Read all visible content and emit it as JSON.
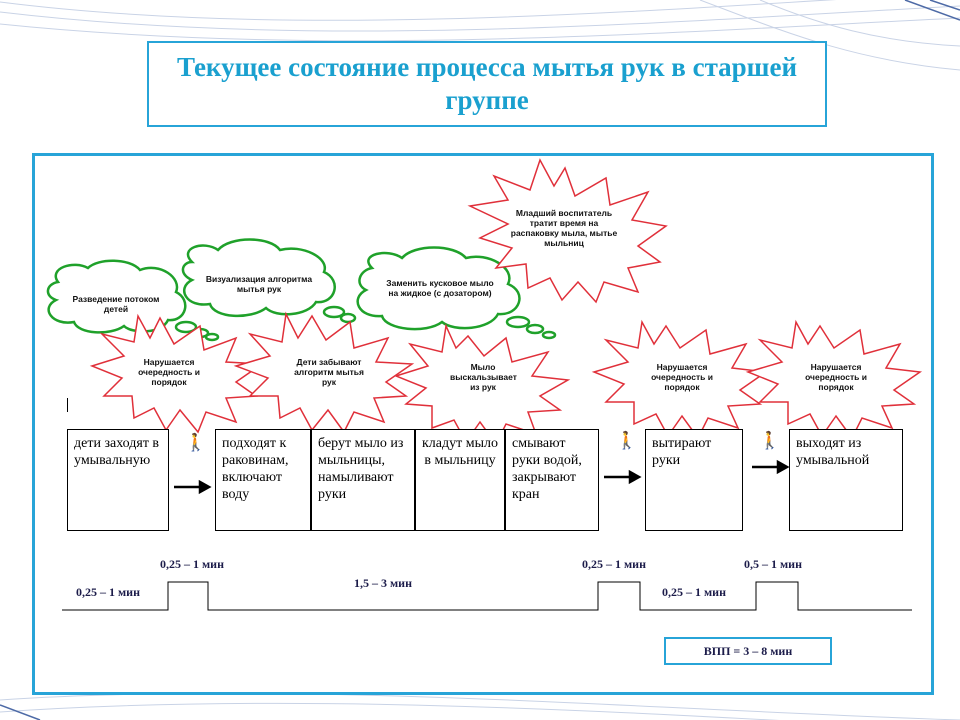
{
  "title": "Текущее состояние процесса мытья рук в старшей группе",
  "steps": [
    "дети заходят в умывальную",
    "подходят к раковинам, включают воду",
    "берут мыло из мыльницы, намыливают руки",
    "кладут мыло в мыльницу",
    "смывают руки водой, закрывают кран",
    "вытирают руки",
    "выходят из умывальной"
  ],
  "clouds": [
    "Разведение потоком детей",
    "Визуализация алгоритма мытья рук",
    "Заменить кусковое мыло на жидкое (с дозатором)"
  ],
  "bursts": [
    "Младший воспитатель тратит время на распаковку мыла, мытье мыльниц",
    "Нарушается очередность и порядок",
    "Дети забывают алгоритм мытья рук",
    "Мыло выскальзывает из рук",
    "Нарушается очередность и порядок",
    "Нарушается очередность и порядок"
  ],
  "times": [
    "0,25 – 1 мин",
    "0,25 – 1 мин",
    "1,5 – 3 мин",
    "0,25 – 1 мин",
    "0,25 – 1 мин",
    "0,5 – 1 мин"
  ],
  "vpp": "ВПП = 3 – 8 мин",
  "colors": {
    "accent": "#27a4d8",
    "title_text": "#1aa0cf",
    "cloud_stroke": "#1fa12a",
    "burst_stroke": "#e0303a",
    "time_text": "#1c1c4a"
  },
  "icons": [
    "walking-person-icon",
    "arrow-right-icon"
  ]
}
